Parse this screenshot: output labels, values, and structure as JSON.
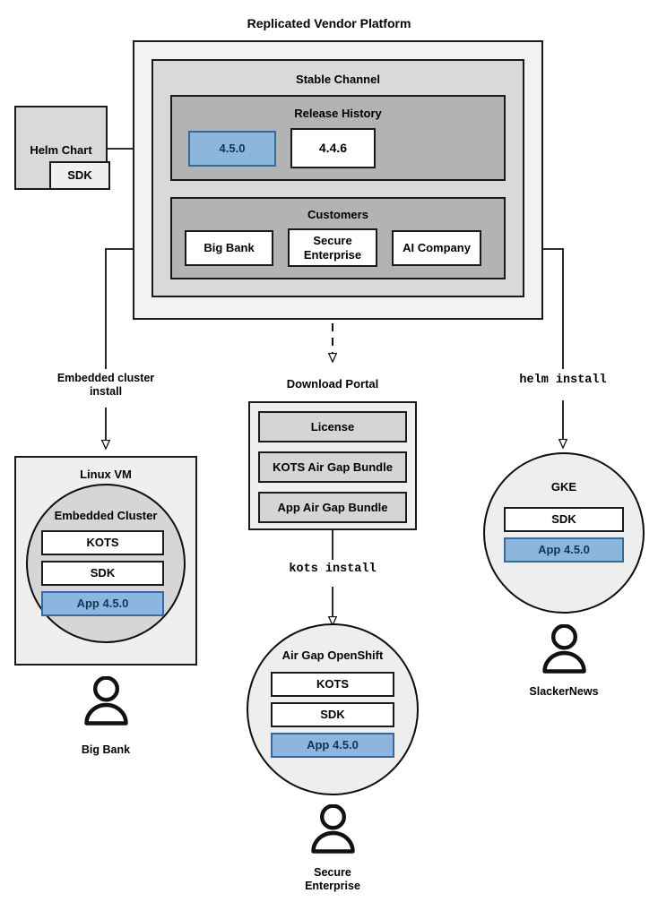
{
  "diagram": {
    "title": "Replicated Vendor Platform",
    "platform": {
      "channel_title": "Stable Channel",
      "release_history": {
        "title": "Release History",
        "releases": [
          {
            "label": "4.5.0",
            "state": "active"
          },
          {
            "label": "4.4.6",
            "state": "default"
          }
        ]
      },
      "customers": {
        "title": "Customers",
        "items": [
          {
            "label": "Big Bank"
          },
          {
            "label": "Secure\nEnterprise"
          },
          {
            "label": "AI Company"
          }
        ]
      }
    },
    "helm_chart": {
      "label": "Helm Chart",
      "sdk_label": "SDK"
    },
    "edges": [
      {
        "label": "Embedded cluster\ninstall",
        "style": "solid"
      },
      {
        "label": "helm install",
        "style": "solid",
        "font": "mono"
      },
      {
        "label": "kots install",
        "style": "solid",
        "font": "mono"
      }
    ],
    "download_portal": {
      "title": "Download Portal",
      "items": [
        {
          "label": "License"
        },
        {
          "label": "KOTS Air Gap Bundle"
        },
        {
          "label": "App Air Gap Bundle"
        }
      ]
    },
    "targets": [
      {
        "id": "linux-vm",
        "title": "Linux VM",
        "inner_title": "Embedded Cluster",
        "components": [
          {
            "label": "KOTS",
            "state": "default"
          },
          {
            "label": "SDK",
            "state": "default"
          },
          {
            "label": "App 4.5.0",
            "state": "active"
          }
        ],
        "user": "Big Bank"
      },
      {
        "id": "air-gap-openshift",
        "title": "Air Gap OpenShift",
        "components": [
          {
            "label": "KOTS",
            "state": "default"
          },
          {
            "label": "SDK",
            "state": "default"
          },
          {
            "label": "App 4.5.0",
            "state": "active"
          }
        ],
        "user": "Secure\nEnterprise"
      },
      {
        "id": "gke",
        "title": "GKE",
        "components": [
          {
            "label": "SDK",
            "state": "default"
          },
          {
            "label": "App 4.5.0",
            "state": "active"
          }
        ],
        "user": "SlackerNews"
      }
    ],
    "colors": {
      "active_fill": "#8cb6de",
      "active_border": "#36699e",
      "active_text": "#10355c",
      "stroke": "#1a1a1a",
      "outer_fill": "#f2f2f2",
      "mid_fill": "#d9d9d9",
      "inner_fill": "#b3b3b3"
    }
  }
}
